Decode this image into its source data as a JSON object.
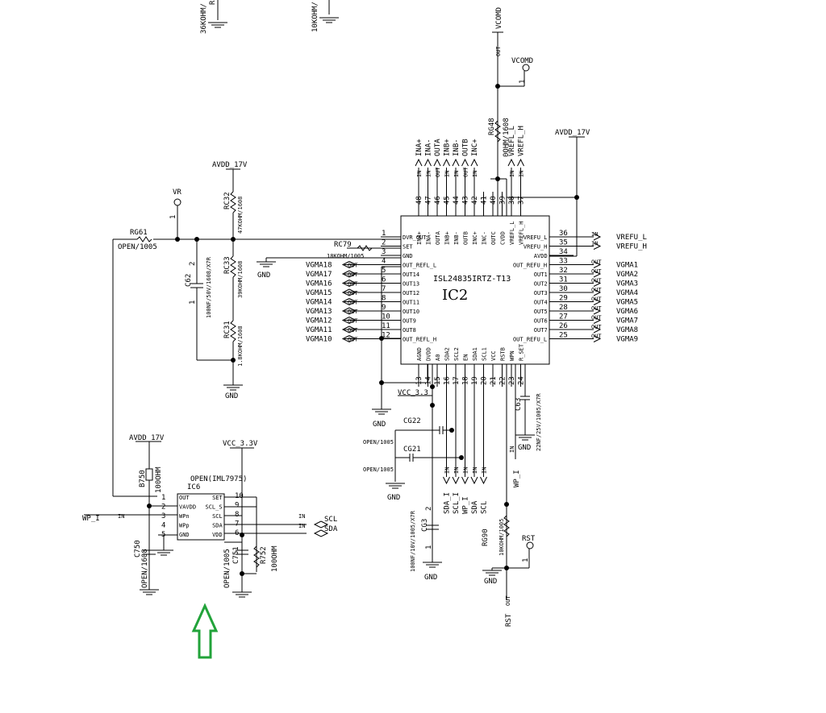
{
  "main_ic": {
    "ref": "IC2",
    "part": "ISL24835IRTZ-T13",
    "left_pins": [
      {
        "num": "1",
        "name": "DVR_OUT"
      },
      {
        "num": "2",
        "name": "SET"
      },
      {
        "num": "3",
        "name": "GND"
      },
      {
        "num": "4",
        "name": "OUT_REFL_L"
      },
      {
        "num": "5",
        "name": "OUT14"
      },
      {
        "num": "6",
        "name": "OUT13"
      },
      {
        "num": "7",
        "name": "OUT12"
      },
      {
        "num": "8",
        "name": "OUT11"
      },
      {
        "num": "9",
        "name": "OUT10"
      },
      {
        "num": "10",
        "name": "OUT9"
      },
      {
        "num": "11",
        "name": "OUT8"
      },
      {
        "num": "12",
        "name": "OUT_REFL_H"
      }
    ],
    "right_pins": [
      {
        "num": "36",
        "name": "VREFU_L"
      },
      {
        "num": "35",
        "name": "VREFU_H"
      },
      {
        "num": "34",
        "name": "AVDD"
      },
      {
        "num": "33",
        "name": "OUT_REFU_H"
      },
      {
        "num": "32",
        "name": "OUT1"
      },
      {
        "num": "31",
        "name": "OUT2"
      },
      {
        "num": "30",
        "name": "OUT3"
      },
      {
        "num": "29",
        "name": "OUT4"
      },
      {
        "num": "28",
        "name": "OUT5"
      },
      {
        "num": "27",
        "name": "OUT6"
      },
      {
        "num": "26",
        "name": "OUT7"
      },
      {
        "num": "25",
        "name": "OUT_REFU_L"
      }
    ],
    "top_pins": [
      {
        "num": "48",
        "name": "INA+"
      },
      {
        "num": "47",
        "name": "INA-"
      },
      {
        "num": "46",
        "name": "OUTA"
      },
      {
        "num": "45",
        "name": "INB+"
      },
      {
        "num": "44",
        "name": "INB-"
      },
      {
        "num": "43",
        "name": "OUTB"
      },
      {
        "num": "42",
        "name": "INC+"
      },
      {
        "num": "41",
        "name": "INC-"
      },
      {
        "num": "40",
        "name": "OUTC"
      },
      {
        "num": "39",
        "name": "CVDD"
      },
      {
        "num": "38",
        "name": "VREFL_L"
      },
      {
        "num": "37",
        "name": "VREFL_H"
      }
    ],
    "bottom_pins": [
      {
        "num": "13",
        "name": "AGND"
      },
      {
        "num": "14",
        "name": "DVDD"
      },
      {
        "num": "15",
        "name": "A0"
      },
      {
        "num": "16",
        "name": "SDA2"
      },
      {
        "num": "17",
        "name": "SCL2"
      },
      {
        "num": "18",
        "name": "EN"
      },
      {
        "num": "19",
        "name": "SDA1"
      },
      {
        "num": "20",
        "name": "SCL1"
      },
      {
        "num": "21",
        "name": "VCC"
      },
      {
        "num": "22",
        "name": "RSTB"
      },
      {
        "num": "23",
        "name": "WPN"
      },
      {
        "num": "24",
        "name": "R_SET"
      }
    ]
  },
  "left_nets": [
    "VGMA18",
    "VGMA17",
    "VGMA16",
    "VGMA15",
    "VGMA14",
    "VGMA13",
    "VGMA12",
    "VGMA11",
    "VGMA10"
  ],
  "right_nets": [
    "VGMA1",
    "VGMA2",
    "VGMA3",
    "VGMA4",
    "VGMA5",
    "VGMA6",
    "VGMA7",
    "VGMA8",
    "VGMA9"
  ],
  "right_top_nets": [
    "VREFU_L",
    "VREFU_H"
  ],
  "top_nets": [
    "INA+",
    "INA-",
    "OUTA",
    "INB+",
    "INB-",
    "OUTB",
    "INC+",
    "VREFL_L",
    "VREFL_H"
  ],
  "top_net_dirs": [
    "IN",
    "IN",
    "OUT",
    "IN",
    "IN",
    "OUT",
    "IN",
    "IN",
    "IN"
  ],
  "bottom_nets": [
    "SDA_I",
    "SCL_I",
    "WP_I",
    "SDA",
    "SCL"
  ],
  "bottom_net_dirs": [
    "IN",
    "IN",
    "IN",
    "IN",
    "IN"
  ],
  "port_out": "OUT",
  "port_in": "IN",
  "labels": {
    "gnd": "GND",
    "avdd": "AVDD_17V",
    "vcc": "VCC_3.3V",
    "vcc_short": "VCC_3.3",
    "vcomd": "VCOMD",
    "vr": "VR",
    "rst": "RST",
    "wp_i": "WP_I",
    "scl": "SCL",
    "sda": "SDA",
    "pin1": "1",
    "pin2": "2",
    "top_r1": "36KOHM/",
    "top_r2": "10KOHM/"
  },
  "components": {
    "rg48": {
      "ref": "RG48",
      "value": "0OHM/1608"
    },
    "rg61": {
      "ref": "RG61",
      "value": "OPEN/1005"
    },
    "rc79": {
      "ref": "RC79",
      "value": "18KOHM/1005"
    },
    "rc32": {
      "ref": "RC32",
      "value": "47KOHM/1608"
    },
    "rc33": {
      "ref": "RC33",
      "value": "39KOHM/1608"
    },
    "rc31": {
      "ref": "RC31",
      "value": "1.8KOHM/1608"
    },
    "c62": {
      "ref": "C62",
      "value": "100NF/50V/1608/X7R"
    },
    "cg22": {
      "ref": "CG22",
      "value": "OPEN/1005"
    },
    "cg21": {
      "ref": "CG21",
      "value": "OPEN/1005"
    },
    "cg3": {
      "ref": "CG3",
      "value": "100NF/10V/1005/X7R"
    },
    "c63": {
      "ref": "C63",
      "value": "22NF/25V/1005/X7R"
    },
    "rg90": {
      "ref": "RG90",
      "value": "10KOHM/1005"
    },
    "b750": {
      "ref": "B750",
      "value": "100OHM"
    },
    "c750": {
      "ref": "C750",
      "value": "OPEN/1608"
    },
    "c751": {
      "ref": "C751",
      "value": "OPEN/1005"
    },
    "r752": {
      "ref": "R752",
      "value": "100OHM"
    }
  },
  "eeprom": {
    "ref": "IC6",
    "part": "OPEN(IML7975)",
    "left_pins": [
      {
        "num": "1",
        "name": "OUT"
      },
      {
        "num": "2",
        "name": "VAVDD"
      },
      {
        "num": "3",
        "name": "WPn"
      },
      {
        "num": "4",
        "name": "WPp"
      },
      {
        "num": "5",
        "name": "GND"
      }
    ],
    "right_pins": [
      {
        "num": "10",
        "name": "SET"
      },
      {
        "num": "9",
        "name": "SCL_S"
      },
      {
        "num": "8",
        "name": "SCL"
      },
      {
        "num": "7",
        "name": "SDA"
      },
      {
        "num": "6",
        "name": "VDD"
      }
    ]
  },
  "colors": {
    "arrow": "#22a33a",
    "wire": "#000000"
  }
}
